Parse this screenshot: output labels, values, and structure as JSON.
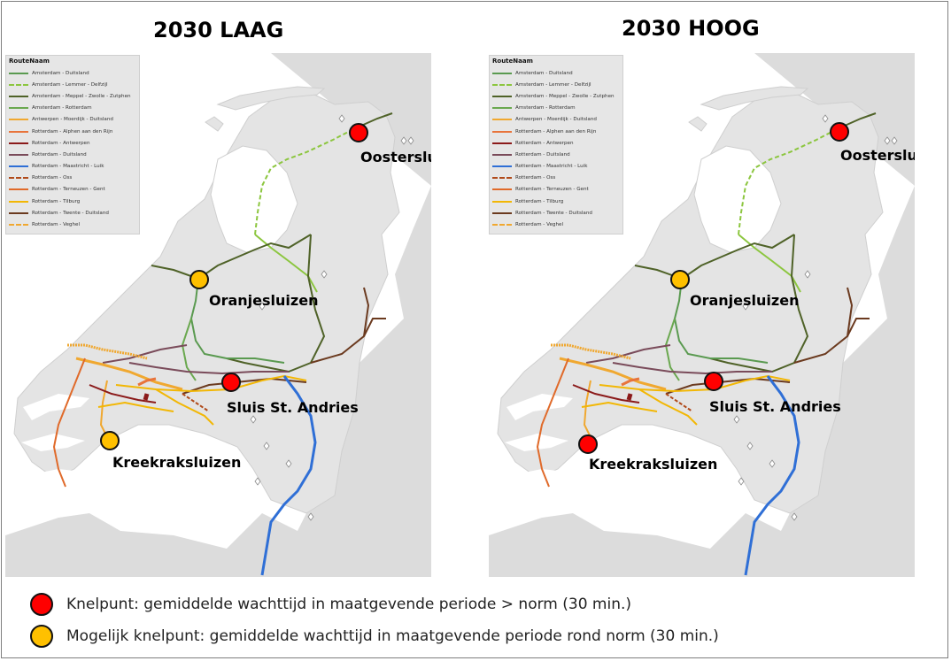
{
  "maps": [
    {
      "title": "2030 LAAG",
      "legend_title": "RouteNaam",
      "locks": [
        {
          "name": "Oostersluis",
          "status": "knelpunt"
        },
        {
          "name": "Oranjesluizen",
          "status": "mogelijk_knelpunt"
        },
        {
          "name": "Sluis St. Andries",
          "status": "knelpunt"
        },
        {
          "name": "Kreekraksluizen",
          "status": "mogelijk_knelpunt"
        }
      ]
    },
    {
      "title": "2030 HOOG",
      "legend_title": "RouteNaam",
      "locks": [
        {
          "name": "Oostersluis",
          "status": "knelpunt"
        },
        {
          "name": "Oranjesluizen",
          "status": "mogelijk_knelpunt"
        },
        {
          "name": "Sluis St. Andries",
          "status": "knelpunt"
        },
        {
          "name": "Kreekraksluizen",
          "status": "knelpunt"
        }
      ]
    }
  ],
  "routes": [
    {
      "name": "Amsterdam - Duitsland",
      "color": "#5a9a50",
      "style": "solid"
    },
    {
      "name": "Amsterdam - Lemmer - Delfzijl",
      "color": "#8cc63f",
      "style": "dashed"
    },
    {
      "name": "Amsterdam - Meppel - Zwolle - Zutphen",
      "color": "#4f6228",
      "style": "solid"
    },
    {
      "name": "Amsterdam - Rotterdam",
      "color": "#6aa84f",
      "style": "solid"
    },
    {
      "name": "Antwerpen - Moerdijk - Duitsland",
      "color": "#f0a830",
      "style": "solid"
    },
    {
      "name": "Rotterdam - Alphen aan den Rijn",
      "color": "#e8743b",
      "style": "solid"
    },
    {
      "name": "Rotterdam - Antwerpen",
      "color": "#8b1a1a",
      "style": "solid"
    },
    {
      "name": "Rotterdam - Duitsland",
      "color": "#7a4b5a",
      "style": "solid"
    },
    {
      "name": "Rotterdam - Maastricht - Luik",
      "color": "#2f6fd6",
      "style": "solid"
    },
    {
      "name": "Rotterdam - Oss",
      "color": "#b04a1a",
      "style": "dashed"
    },
    {
      "name": "Rotterdam - Terneuzen - Gent",
      "color": "#e06a2a",
      "style": "solid"
    },
    {
      "name": "Rotterdam - Tilburg",
      "color": "#f2b705",
      "style": "solid"
    },
    {
      "name": "Rotterdam - Twente - Duitsland",
      "color": "#6b3a1f",
      "style": "solid"
    },
    {
      "name": "Rotterdam - Veghel",
      "color": "#f0a830",
      "style": "dashed"
    }
  ],
  "status_colors": {
    "knelpunt": "#ff0000",
    "mogelijk_knelpunt": "#ffc000"
  },
  "legend": {
    "knelpunt": "Knelpunt: gemiddelde wachttijd in maatgevende periode > norm (30 min.)",
    "mogelijk_knelpunt": "Mogelijk knelpunt: gemiddelde wachttijd in maatgevende periode rond norm (30 min.)"
  }
}
